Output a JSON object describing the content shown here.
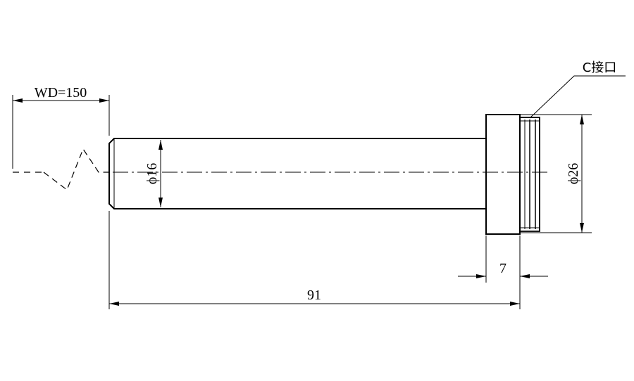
{
  "annotations": {
    "working_distance": "WD=150",
    "front_diameter": "ϕ16",
    "mount_diameter": "ϕ26",
    "mount_length": "7",
    "total_length": "91",
    "mount_label": "C接口"
  }
}
